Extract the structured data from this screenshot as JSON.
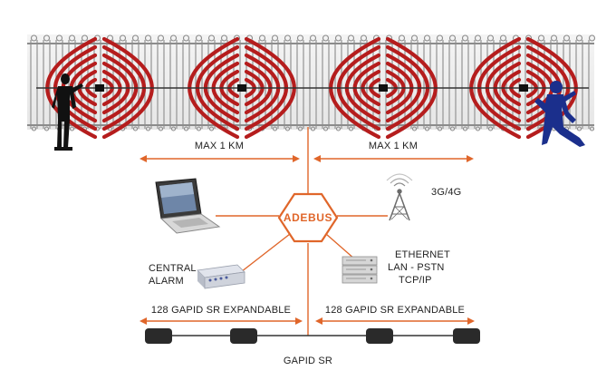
{
  "distances": {
    "left": "MAX 1 KM",
    "right": "MAX 1 KM"
  },
  "hub": {
    "label": "ADEBUS"
  },
  "devices": {
    "cellular": "3G/4G",
    "central_alarm": [
      "CENTRAL",
      "ALARM"
    ],
    "network": [
      "ETHERNET",
      "LAN - PSTN",
      "TCP/IP"
    ]
  },
  "expansion": {
    "left": "128 GAPID SR EXPANDABLE",
    "right": "128 GAPID SR EXPANDABLE"
  },
  "sensor_bus": {
    "label": "GAPID SR"
  },
  "colors": {
    "accent": "#e0662a",
    "wave": "#b51d1d",
    "fence": "#9a9a9a",
    "figure": "#111111",
    "intruder": "#1b2f8c"
  },
  "icons": [
    "guard-icon",
    "intruder-icon",
    "laptop-icon",
    "antenna-icon",
    "alarm-panel-icon",
    "server-icon",
    "sensor-icon"
  ]
}
